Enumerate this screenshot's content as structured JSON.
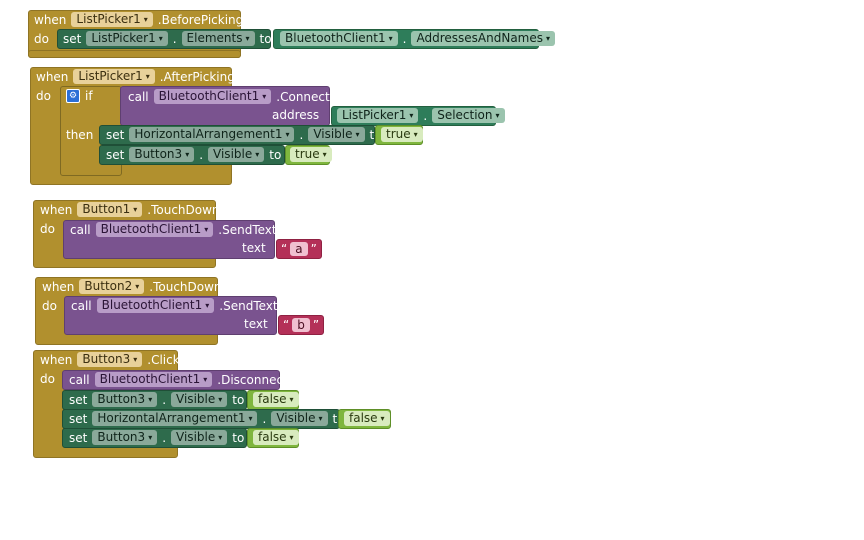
{
  "keywords": {
    "when": "when",
    "do": "do",
    "set": "set",
    "to": "to",
    "call": "call",
    "if": "if",
    "then": "then",
    "address": "address",
    "text": "text"
  },
  "block1": {
    "component": "ListPicker1",
    "event": ".BeforePicking",
    "set_component": "ListPicker1",
    "set_property": "Elements",
    "value_component": "BluetoothClient1",
    "value_property": "AddressesAndNames"
  },
  "block2": {
    "component": "ListPicker1",
    "event": ".AfterPicking",
    "call_component": "BluetoothClient1",
    "call_method": ".Connect",
    "addr_component": "ListPicker1",
    "addr_property": "Selection",
    "set1_component": "HorizontalArrangement1",
    "set1_property": "Visible",
    "set1_value": "true",
    "set2_component": "Button3",
    "set2_property": "Visible",
    "set2_value": "true"
  },
  "block3": {
    "component": "Button1",
    "event": ".TouchDown",
    "call_component": "BluetoothClient1",
    "call_method": ".SendText",
    "text_value": "a"
  },
  "block4": {
    "component": "Button2",
    "event": ".TouchDown",
    "call_component": "BluetoothClient1",
    "call_method": ".SendText",
    "text_value": "b"
  },
  "block5": {
    "component": "Button3",
    "event": ".Click",
    "call_component": "BluetoothClient1",
    "call_method": ".Disconnect",
    "set1_component": "Button3",
    "set1_property": "Visible",
    "set1_value": "false",
    "set2_component": "HorizontalArrangement1",
    "set2_property": "Visible",
    "set2_value": "false",
    "set3_component": "Button3",
    "set3_property": "Visible",
    "set3_value": "false"
  },
  "icons": {
    "caret": "▾",
    "gear": "⚙",
    "quote_open": "“",
    "quote_close": "”"
  }
}
